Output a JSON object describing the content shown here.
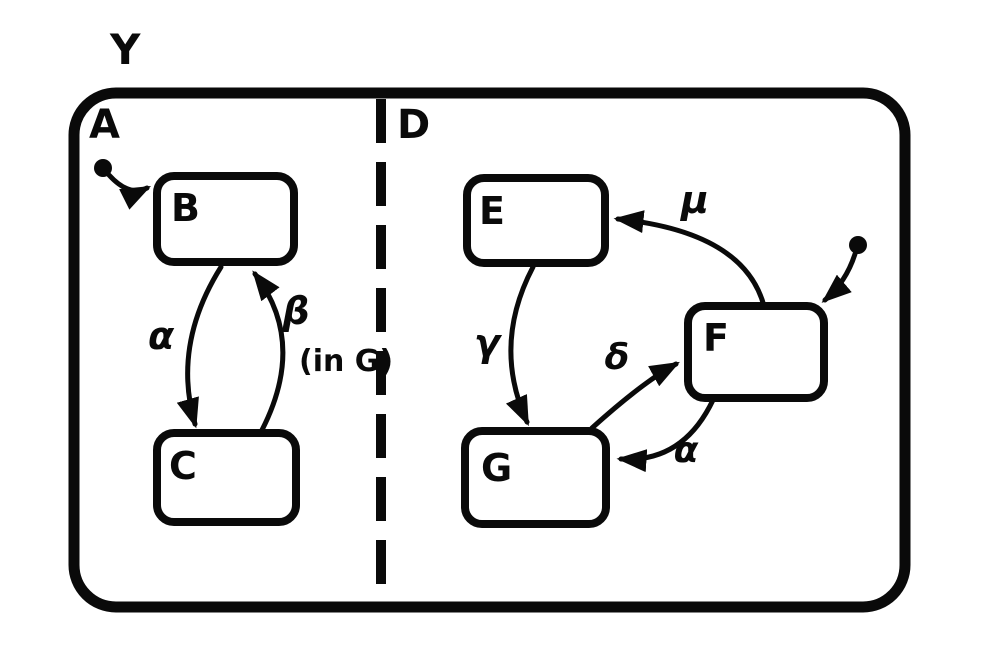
{
  "figure": {
    "type": "statechart",
    "title": "Y",
    "ink_color": "#0a0a0a",
    "background_color": "#ffffff",
    "regions": [
      {
        "name": "A",
        "states": [
          "B",
          "C"
        ],
        "initial_state": "B"
      },
      {
        "name": "D",
        "states": [
          "E",
          "F",
          "G"
        ],
        "initial_state": "F"
      }
    ],
    "states": [
      {
        "label": "B"
      },
      {
        "label": "C"
      },
      {
        "label": "E"
      },
      {
        "label": "F"
      },
      {
        "label": "G"
      }
    ],
    "transitions": [
      {
        "from": "B",
        "to": "C",
        "label": "α"
      },
      {
        "from": "C",
        "to": "B",
        "label": "β",
        "guard": "(in G)"
      },
      {
        "from": "E",
        "to": "G",
        "label": "γ"
      },
      {
        "from": "F",
        "to": "E",
        "label": "μ"
      },
      {
        "from": "G",
        "to": "F",
        "label": "δ"
      },
      {
        "from": "F",
        "to": "G",
        "label": "α"
      }
    ],
    "initial_markers": [
      {
        "region": "A",
        "to": "B"
      },
      {
        "region": "D",
        "to": "F"
      }
    ]
  }
}
